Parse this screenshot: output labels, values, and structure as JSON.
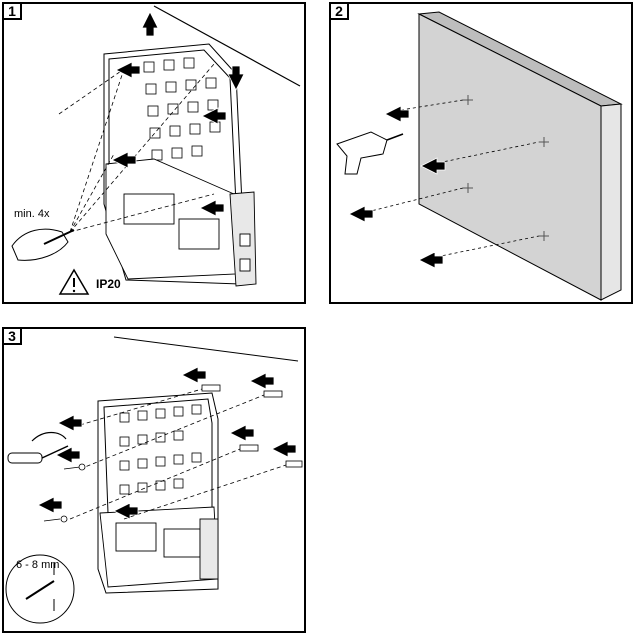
{
  "panels": [
    {
      "number": "1",
      "min_label": "min. 4x",
      "ip_label": "IP20",
      "callouts": [
        "1",
        "1",
        "2",
        "2",
        "2",
        "2"
      ]
    },
    {
      "number": "2",
      "callouts": [
        "1",
        "2",
        "3",
        "4"
      ]
    },
    {
      "number": "3",
      "screw_label": "6 - 8 mm",
      "callouts": [
        "1",
        "2",
        "3",
        "4",
        "5",
        "6",
        "7",
        "8"
      ]
    }
  ],
  "colors": {
    "wall": "#d3d3d3",
    "wall_edge": "#9a9a9a",
    "line": "#000000"
  }
}
